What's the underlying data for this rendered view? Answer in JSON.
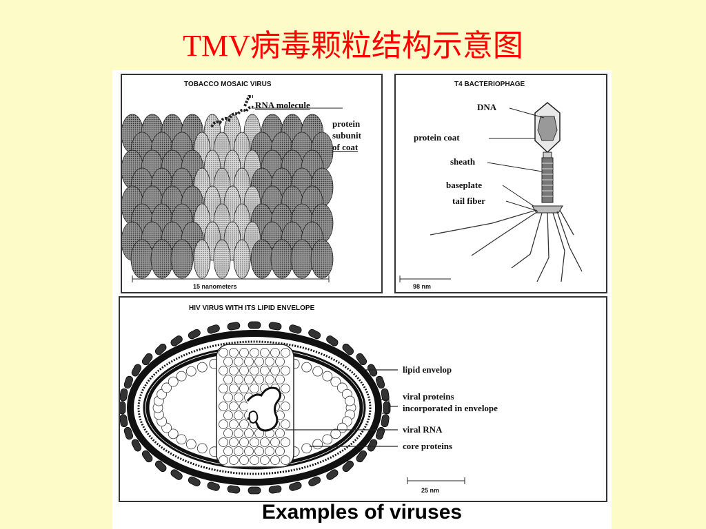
{
  "slide": {
    "title": "TMV病毒颗粒结构示意图"
  },
  "tmv": {
    "title": "TOBACCO MOSAIC VIRUS",
    "rna_label": "RNA molecule",
    "protein_label": [
      "protein",
      "subunit",
      "of coat"
    ],
    "scale": "15 nanometers"
  },
  "t4": {
    "title": "T4 BACTERIOPHAGE",
    "dna": "DNA",
    "protein_coat": "protein coat",
    "sheath": "sheath",
    "baseplate": "baseplate",
    "tail_fiber": "tail fiber",
    "scale": "98 nm"
  },
  "hiv": {
    "title": "HIV VIRUS WITH ITS LIPID ENVELOPE",
    "lipid": "lipid envelop",
    "viral_proteins_1": "viral proteins",
    "viral_proteins_2": "incorporated in envelope",
    "viral_rna": "viral RNA",
    "core_proteins": "core proteins",
    "scale": "25 nm"
  },
  "caption": "Examples of viruses",
  "colors": {
    "background": "#fdfcc8",
    "title": "#ff0000",
    "ink": "#111111"
  }
}
